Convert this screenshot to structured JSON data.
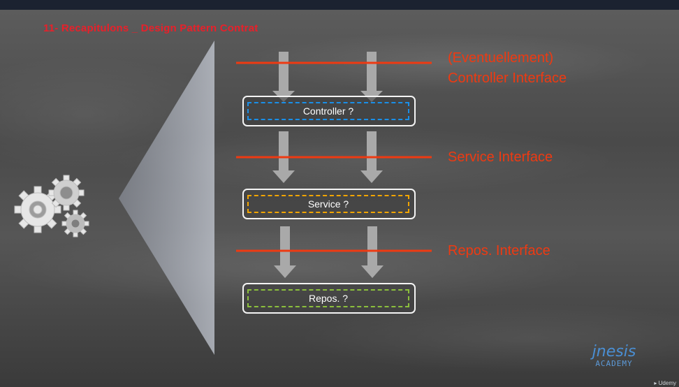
{
  "slide": {
    "title": "11- Recapitulons _ Design Pattern Contrat"
  },
  "layers": [
    {
      "label": "Controller ?",
      "dash_color": "#1a8fe8"
    },
    {
      "label": "Service ?",
      "dash_color": "#f2a500"
    },
    {
      "label": "Repos. ?",
      "dash_color": "#8bbf3c"
    }
  ],
  "interfaces": [
    {
      "line1": "(Eventuellement)",
      "line2": "Controller Interface"
    },
    {
      "line1": "Service Interface"
    },
    {
      "line1": "Repos. Interface"
    }
  ],
  "logo": {
    "main": "jnesis",
    "sub": "ACADEMY"
  },
  "watermark": "Udemy",
  "colors": {
    "interface_line": "#ee3a12",
    "title": "#e8202a",
    "logo": "#4a8fd4"
  },
  "icons": [
    "gears-icon",
    "play-icon"
  ]
}
